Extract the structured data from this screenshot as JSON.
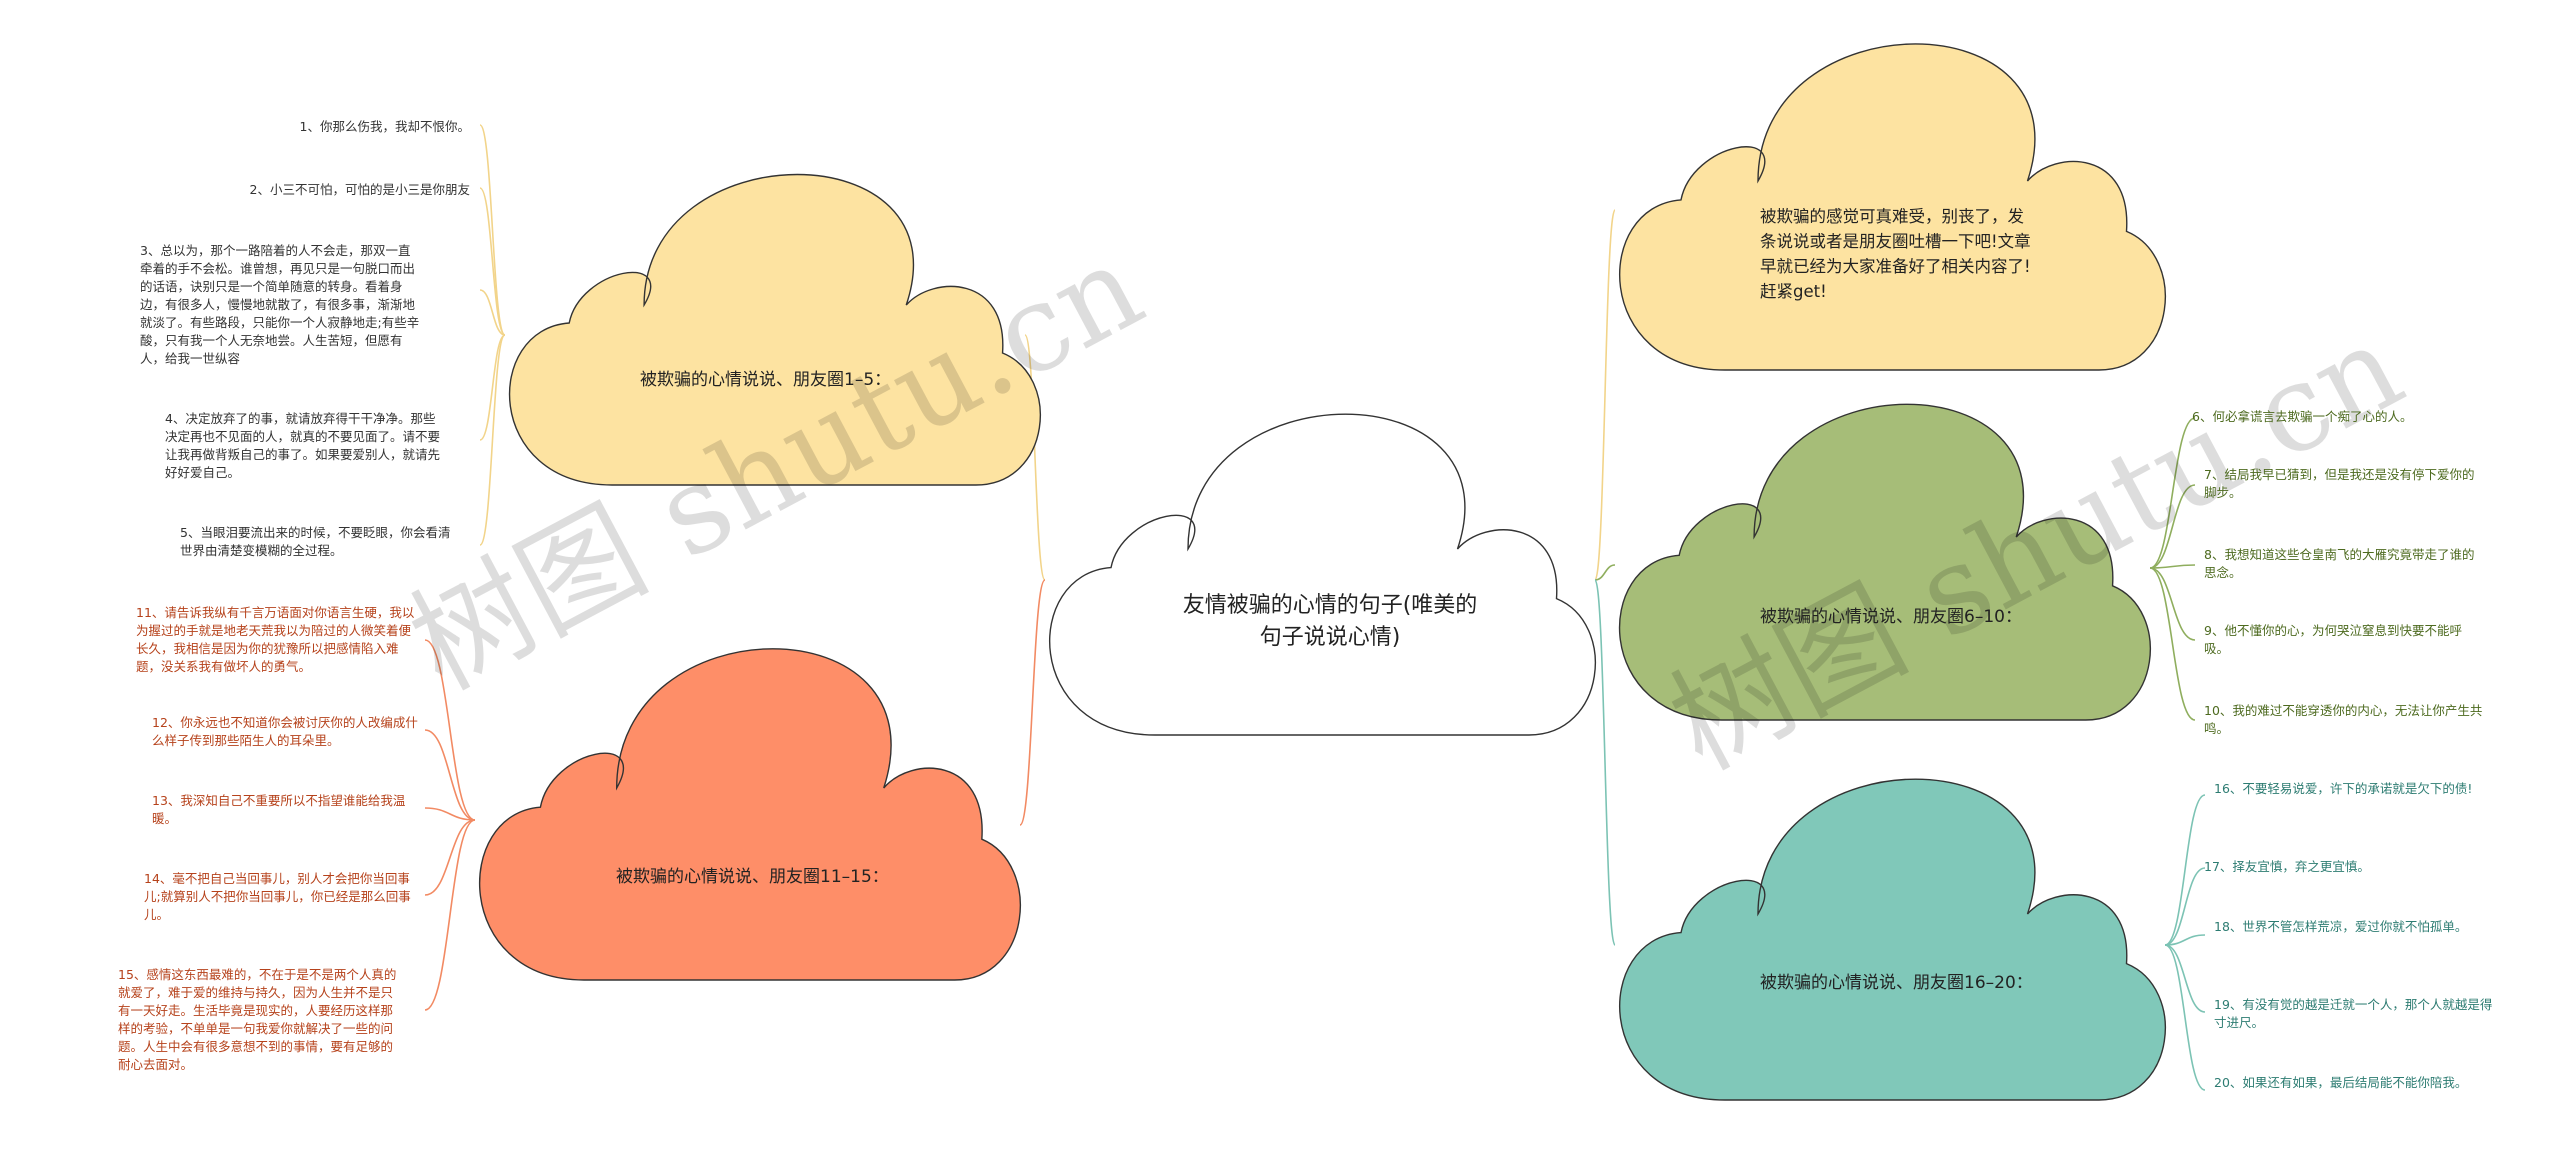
{
  "center": {
    "title": "友情被骗的心情的句子(唯美的句子说说心情)"
  },
  "intro": {
    "text": "被欺骗的感觉可真难受，别丧了，发条说说或者是朋友圈吐槽一下吧!文章早就已经为大家准备好了相关内容了!赶紧get!"
  },
  "branches": [
    {
      "label": "被欺骗的心情说说、朋友圈1–5：",
      "color": "#fde3a1",
      "items": [
        "1、你那么伤我，我却不恨你。",
        "2、小三不可怕，可怕的是小三是你朋友",
        "3、总以为，那个一路陪着的人不会走，那双一直牵着的手不会松。谁曾想，再见只是一句脱口而出的话语，诀别只是一个简单随意的转身。看着身边，有很多人，慢慢地就散了，有很多事，渐渐地就淡了。有些路段，只能你一个人寂静地走;有些辛酸，只有我一个人无奈地尝。人生苦短，但愿有人，给我一世纵容",
        "4、决定放弃了的事，就请放弃得干干净净。那些决定再也不见面的人，就真的不要见面了。请不要让我再做背叛自己的事了。如果要爱别人，就请先好好爱自己。",
        "5、当眼泪要流出来的时候，不要眨眼，你会看清世界由清楚变模糊的全过程。"
      ]
    },
    {
      "label": "被欺骗的心情说说、朋友圈6–10：",
      "color": "#a6bd78",
      "items": [
        "6、何必拿谎言去欺骗一个痴了心的人。",
        "7、结局我早已猜到，但是我还是没有停下爱你的脚步。",
        "8、我想知道这些仓皇南飞的大雁究竟带走了谁的思念。",
        "9、他不懂你的心，为何哭泣窒息到快要不能呼吸。",
        "10、我的难过不能穿透你的内心，无法让你产生共鸣。"
      ]
    },
    {
      "label": "被欺骗的心情说说、朋友圈11–15：",
      "color": "#fe8e68",
      "items": [
        "11、请告诉我纵有千言万语面对你语言生硬，我以为握过的手就是地老天荒我以为陪过的人微笑着便长久，我相信是因为你的犹豫所以把感情陷入难题，没关系我有做坏人的勇气。",
        "12、你永远也不知道你会被讨厌你的人改编成什么样子传到那些陌生人的耳朵里。",
        "13、我深知自己不重要所以不指望谁能给我温暖。",
        "14、毫不把自己当回事儿，别人才会把你当回事儿;就算别人不把你当回事儿，你已经是那么回事儿。",
        "15、感情这东西最难的，不在于是不是两个人真的就爱了，难于爱的维持与持久，因为人生并不是只有一天好走。生活毕竟是现实的，人要经历这样那样的考验，不单单是一句我爱你就解决了一些的问题。人生中会有很多意想不到的事情，要有足够的耐心去面对。"
      ]
    },
    {
      "label": "被欺骗的心情说说、朋友圈16–20：",
      "color": "#80c8b9",
      "items": [
        "16、不要轻易说爱，许下的承诺就是欠下的债!",
        "17、择友宜慎，弃之更宜慎。",
        "18、世界不管怎样荒凉，爱过你就不怕孤单。",
        "19、有没有觉的越是迁就一个人，那个人就越是得寸进尺。",
        "20、如果还有如果，最后结局能不能你陪我。"
      ]
    }
  ],
  "watermark": "树图 shutu.cn"
}
